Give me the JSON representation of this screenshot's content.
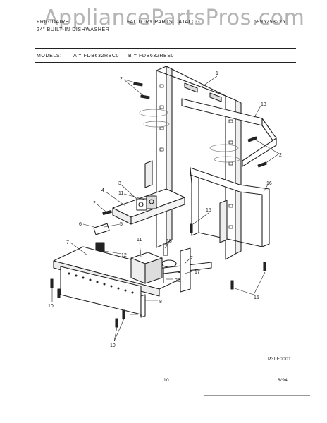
{
  "watermark": "AppliancePartsPros.com",
  "header": {
    "brand": "FRIGIDAIRE",
    "catalog": "FACTORY PARTS CATALOG",
    "part_no": "5995253225",
    "product": "24\" BUILT-IN DISHWASHER"
  },
  "models": {
    "label": "MODELS:",
    "a": "A = FDB632RBC0",
    "b": "B = FDB632RBS0"
  },
  "callouts": {
    "c1": "1",
    "c2a": "2",
    "c13": "13",
    "c2b": "2",
    "c16": "16",
    "c3": "3",
    "c4": "4",
    "c11a": "11",
    "c2c": "2",
    "c15a": "15",
    "c5": "5",
    "c6": "6",
    "c7": "7",
    "c11b": "11",
    "c15b": "15",
    "c12": "12",
    "c2d": "2",
    "c17": "17",
    "c20": "20",
    "c8": "8",
    "c9": "9",
    "c10a": "10",
    "c10b": "10",
    "c15c": "15"
  },
  "drawing_code": "P30F0001",
  "footer": {
    "page": "10",
    "date": "8/94"
  }
}
